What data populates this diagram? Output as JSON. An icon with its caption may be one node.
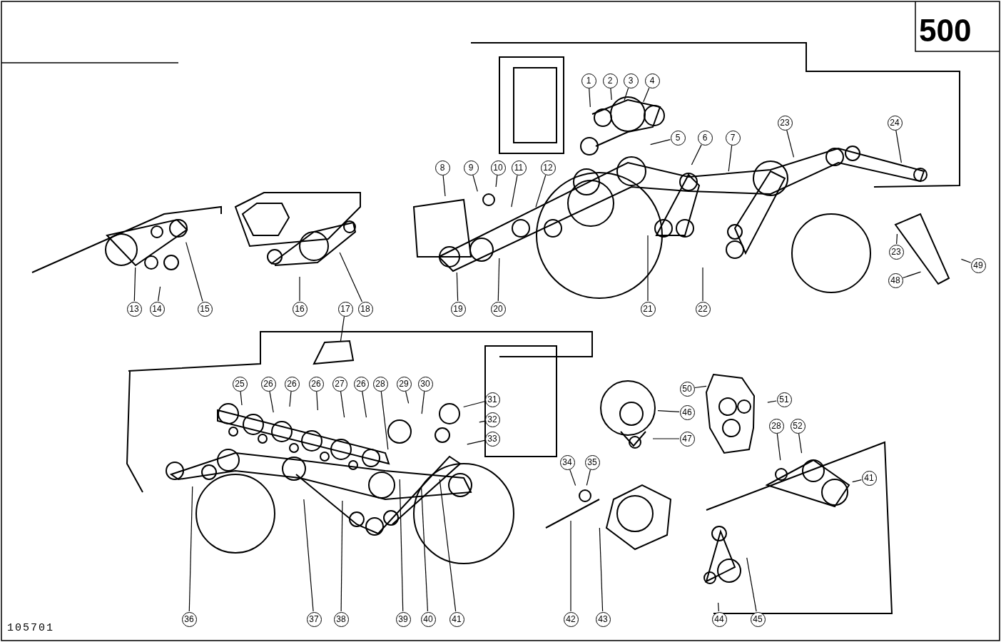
{
  "diagram": {
    "nodes": [
      {
        "text": [
          "1"
        ]
      },
      {
        "text": [
          "2"
        ]
      },
      {
        "text": [
          "3"
        ]
      },
      {
        "text": [
          "4"
        ]
      },
      {
        "text": [
          "5"
        ]
      },
      {
        "text": [
          "6"
        ]
      },
      {
        "text": [
          "7"
        ]
      },
      {
        "text": [
          "23"
        ]
      },
      {
        "text": [
          "24"
        ]
      },
      {
        "text": [
          "8"
        ]
      },
      {
        "text": [
          "9"
        ]
      },
      {
        "text": [
          "10"
        ]
      },
      {
        "text": [
          "11"
        ]
      },
      {
        "text": [
          "12"
        ]
      },
      {
        "text": [
          "23"
        ]
      },
      {
        "text": [
          "49"
        ]
      },
      {
        "text": [
          "48"
        ]
      },
      {
        "text": [
          "13"
        ]
      },
      {
        "text": [
          "14"
        ]
      },
      {
        "text": [
          "15"
        ]
      },
      {
        "text": [
          "16"
        ]
      },
      {
        "text": [
          "17"
        ]
      },
      {
        "text": [
          "18"
        ]
      },
      {
        "text": [
          "19"
        ]
      },
      {
        "text": [
          "20"
        ]
      },
      {
        "text": [
          "21"
        ]
      },
      {
        "text": [
          "22"
        ]
      },
      {
        "text": [
          "25"
        ]
      },
      {
        "text": [
          "26"
        ]
      },
      {
        "text": [
          "26"
        ]
      },
      {
        "text": [
          "26"
        ]
      },
      {
        "text": [
          "27"
        ]
      },
      {
        "text": [
          "26"
        ]
      },
      {
        "text": [
          "28"
        ]
      },
      {
        "text": [
          "29"
        ]
      },
      {
        "text": [
          "30"
        ]
      },
      {
        "text": [
          "31"
        ]
      },
      {
        "text": [
          "32"
        ]
      },
      {
        "text": [
          "33"
        ]
      },
      {
        "text": [
          "50"
        ]
      },
      {
        "text": [
          "46"
        ]
      },
      {
        "text": [
          "51"
        ]
      },
      {
        "text": [
          "47"
        ]
      },
      {
        "text": [
          "28"
        ]
      },
      {
        "text": [
          "52"
        ]
      },
      {
        "text": [
          "41"
        ]
      },
      {
        "text": [
          "34"
        ]
      },
      {
        "text": [
          "35"
        ]
      },
      {
        "text": [
          "36"
        ]
      },
      {
        "text": [
          "37"
        ]
      },
      {
        "text": [
          "38"
        ]
      },
      {
        "text": [
          "39"
        ]
      },
      {
        "text": [
          "40"
        ]
      },
      {
        "text": [
          "41"
        ]
      },
      {
        "text": [
          "42"
        ]
      },
      {
        "text": [
          "43"
        ]
      },
      {
        "text": [
          "44"
        ]
      },
      {
        "text": [
          "45"
        ]
      }
    ],
    "edges": [
      {
        "from": 0,
        "to": null,
        "arrow": "none"
      },
      {
        "from": 1,
        "to": null,
        "arrow": "none"
      },
      {
        "from": 2,
        "to": null,
        "arrow": "none"
      },
      {
        "from": 3,
        "to": null,
        "arrow": "none"
      },
      {
        "from": 4,
        "to": null,
        "arrow": "none"
      },
      {
        "from": 5,
        "to": null,
        "arrow": "none"
      },
      {
        "from": 6,
        "to": null,
        "arrow": "none"
      },
      {
        "from": 7,
        "to": null,
        "arrow": "none"
      },
      {
        "from": 8,
        "to": null,
        "arrow": "none"
      },
      {
        "from": 9,
        "to": null,
        "arrow": "none"
      },
      {
        "from": 10,
        "to": null,
        "arrow": "none"
      },
      {
        "from": 11,
        "to": null,
        "arrow": "none"
      },
      {
        "from": 12,
        "to": null,
        "arrow": "none"
      },
      {
        "from": 13,
        "to": null,
        "arrow": "none"
      },
      {
        "from": 14,
        "to": null,
        "arrow": "none"
      },
      {
        "from": 15,
        "to": null,
        "arrow": "none"
      },
      {
        "from": 16,
        "to": null,
        "arrow": "none"
      },
      {
        "from": 17,
        "to": null,
        "arrow": "none"
      },
      {
        "from": 18,
        "to": null,
        "arrow": "none"
      },
      {
        "from": 19,
        "to": null,
        "arrow": "none"
      },
      {
        "from": 20,
        "to": null,
        "arrow": "none"
      },
      {
        "from": 21,
        "to": null,
        "arrow": "none"
      },
      {
        "from": 22,
        "to": null,
        "arrow": "none"
      },
      {
        "from": 23,
        "to": null,
        "arrow": "none"
      },
      {
        "from": 24,
        "to": null,
        "arrow": "none"
      },
      {
        "from": 25,
        "to": null,
        "arrow": "none"
      },
      {
        "from": 26,
        "to": null,
        "arrow": "none"
      },
      {
        "from": 27,
        "to": null,
        "arrow": "none"
      },
      {
        "from": 28,
        "to": null,
        "arrow": "none"
      },
      {
        "from": 29,
        "to": null,
        "arrow": "none"
      },
      {
        "from": 30,
        "to": null,
        "arrow": "none"
      },
      {
        "from": 31,
        "to": null,
        "arrow": "none"
      },
      {
        "from": 32,
        "to": null,
        "arrow": "none"
      },
      {
        "from": 33,
        "to": null,
        "arrow": "none"
      },
      {
        "from": 34,
        "to": null,
        "arrow": "none"
      },
      {
        "from": 35,
        "to": null,
        "arrow": "none"
      },
      {
        "from": 36,
        "to": null,
        "arrow": "none"
      },
      {
        "from": 37,
        "to": null,
        "arrow": "none"
      },
      {
        "from": 38,
        "to": null,
        "arrow": "none"
      },
      {
        "from": 39,
        "to": null,
        "arrow": "none"
      },
      {
        "from": 40,
        "to": null,
        "arrow": "none"
      },
      {
        "from": 41,
        "to": null,
        "arrow": "none"
      },
      {
        "from": 42,
        "to": null,
        "arrow": "none"
      },
      {
        "from": 43,
        "to": null,
        "arrow": "none"
      },
      {
        "from": 44,
        "to": null,
        "arrow": "none"
      },
      {
        "from": 45,
        "to": null,
        "arrow": "none"
      },
      {
        "from": 46,
        "to": null,
        "arrow": "none"
      },
      {
        "from": 47,
        "to": null,
        "arrow": "none"
      },
      {
        "from": 48,
        "to": null,
        "arrow": "none"
      },
      {
        "from": 49,
        "to": null,
        "arrow": "none"
      },
      {
        "from": 50,
        "to": null,
        "arrow": "none"
      },
      {
        "from": 51,
        "to": null,
        "arrow": "none"
      },
      {
        "from": 52,
        "to": null,
        "arrow": "none"
      },
      {
        "from": 53,
        "to": null,
        "arrow": "none"
      },
      {
        "from": 54,
        "to": null,
        "arrow": "none"
      },
      {
        "from": 55,
        "to": null,
        "arrow": "none"
      },
      {
        "from": 56,
        "to": null,
        "arrow": "none"
      },
      {
        "from": 57,
        "to": null,
        "arrow": "none"
      }
    ],
    "labels": [
      "500",
      "105701"
    ]
  }
}
